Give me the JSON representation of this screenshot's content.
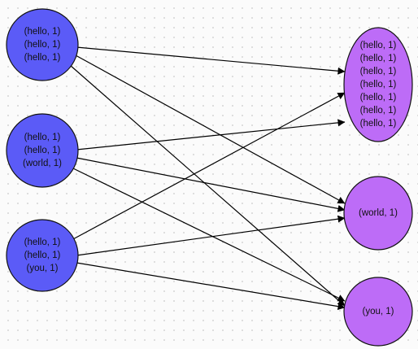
{
  "diagram": {
    "colors": {
      "source_fill": "#5b5bf7",
      "target_fill": "#bd6cf7",
      "outline": "#111111",
      "edge": "#000000"
    },
    "sources": [
      {
        "id": "s1",
        "lines": [
          "(hello, 1)",
          "(hello, 1)",
          "(hello, 1)"
        ]
      },
      {
        "id": "s2",
        "lines": [
          "(hello, 1)",
          "(hello, 1)",
          "(world, 1)"
        ]
      },
      {
        "id": "s3",
        "lines": [
          "(hello, 1)",
          "(hello, 1)",
          "(you, 1)"
        ]
      }
    ],
    "targets": [
      {
        "id": "t1",
        "lines": [
          "(hello, 1)",
          "(hello, 1)",
          "(hello, 1)",
          "(hello, 1)",
          "(hello, 1)",
          "(hello, 1)",
          "(hello, 1)"
        ]
      },
      {
        "id": "t2",
        "lines": [
          "(world, 1)"
        ]
      },
      {
        "id": "t3",
        "lines": [
          "(you, 1)"
        ]
      }
    ],
    "edges": [
      {
        "from": "s1",
        "to": "t1"
      },
      {
        "from": "s1",
        "to": "t2"
      },
      {
        "from": "s1",
        "to": "t3"
      },
      {
        "from": "s2",
        "to": "t1"
      },
      {
        "from": "s2",
        "to": "t2"
      },
      {
        "from": "s2",
        "to": "t3"
      },
      {
        "from": "s3",
        "to": "t1"
      },
      {
        "from": "s3",
        "to": "t2"
      },
      {
        "from": "s3",
        "to": "t3"
      }
    ]
  }
}
